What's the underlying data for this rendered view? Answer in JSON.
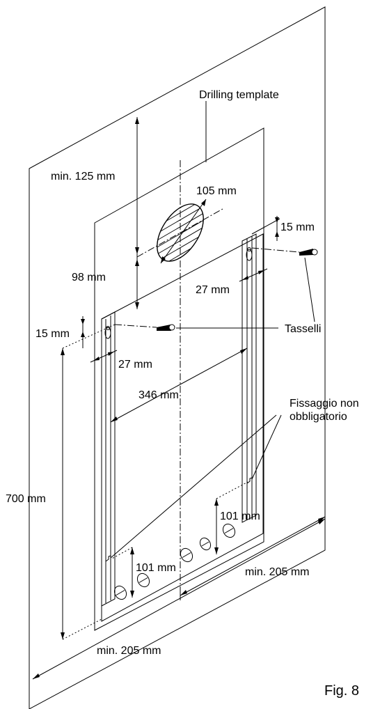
{
  "labels": {
    "drilling_template": "Drilling template",
    "min_125": "min. 125 mm",
    "d105": "105 mm",
    "d15_top": "15 mm",
    "d98": "98 mm",
    "d27_right": "27 mm",
    "d15_left": "15 mm",
    "tasselli": "Tasselli",
    "d27_left": "27 mm",
    "d346": "346 mm",
    "fissaggio_line1": "Fissaggio non",
    "fissaggio_line2": "obbligatorio",
    "d700": "700 mm",
    "d101_right": "101 mm",
    "d101_left": "101 mm",
    "min_205_right": "min. 205 mm",
    "min_205_bottom": "min. 205 mm",
    "fig": "Fig. 8"
  }
}
